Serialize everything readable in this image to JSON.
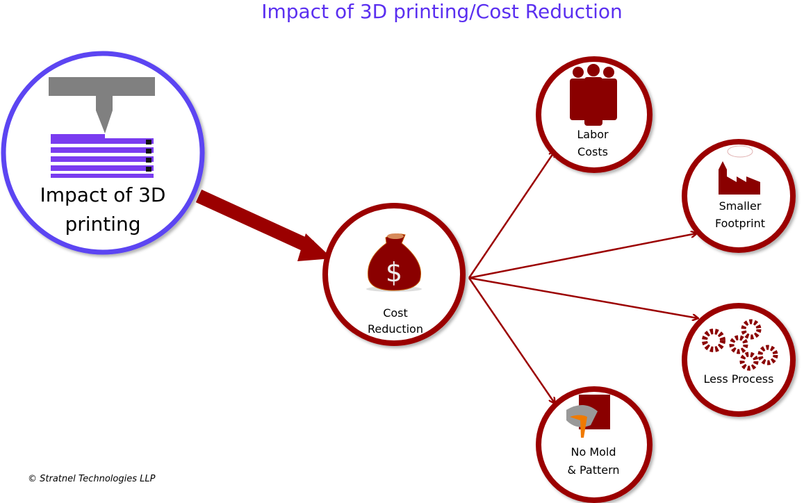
{
  "title": "Impact of 3D printing/Cost Reduction",
  "colors": {
    "title": "#5a2ff0",
    "source_node": "#5b45f2",
    "node": "#9b0000",
    "arrow": "#9b0000"
  },
  "source_node": {
    "line1": "Impact of 3D",
    "line2": "printing",
    "icon": "3d-printer-icon"
  },
  "hub_node": {
    "line1": "Cost",
    "line2": "Reduction",
    "icon": "money-bag-icon"
  },
  "outcomes": [
    {
      "line1": "Labor",
      "line2": "Costs",
      "icon": "people-icon"
    },
    {
      "line1": "Smaller",
      "line2": "Footprint",
      "icon": "factory-icon"
    },
    {
      "line1": "Less Process",
      "line2": "",
      "icon": "gears-icon"
    },
    {
      "line1": "No Mold",
      "line2": "& Pattern",
      "icon": "ladle-pour-icon"
    }
  ],
  "copyright": "© Stratnel Technologies LLP"
}
